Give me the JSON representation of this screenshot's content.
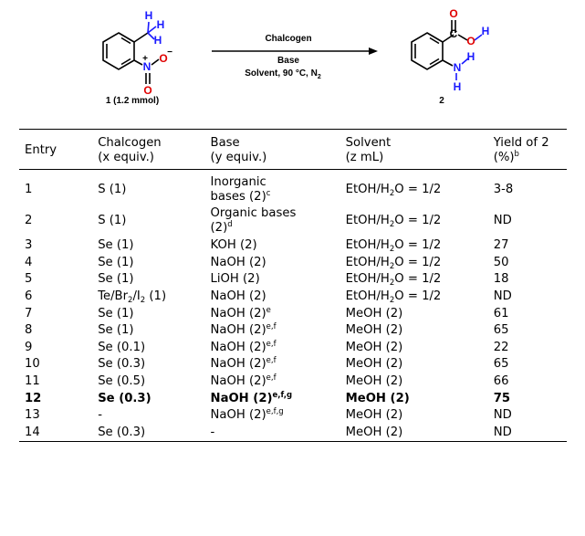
{
  "scheme": {
    "reactant_label": "1 (1.2 mmol)",
    "product_label": "2",
    "conditions": {
      "line1": "Chalcogen",
      "line2": "Base",
      "line3_prefix": "Solvent, 90 °C, N",
      "line3_sub": "2"
    },
    "atoms": {
      "H": "H",
      "N": "N",
      "O": "O",
      "C": "C",
      "charge_plus": "+",
      "charge_minus": "−"
    },
    "colors": {
      "hydrogen": "#1a1aff",
      "nitrogen": "#1a1aff",
      "oxygen": "#e00000"
    }
  },
  "table": {
    "headers": {
      "entry": "Entry",
      "chalcogen": "Chalcogen",
      "chalcogen_sub": "(x equiv.)",
      "base": "Base",
      "base_sub": "(y equiv.)",
      "solvent": "Solvent",
      "solvent_sub": "(z mL)",
      "yield": "Yield of 2",
      "yield_sub": "(%)",
      "yield_sup": "b"
    },
    "rows": [
      {
        "entry": "1",
        "chalcogen": "S (1)",
        "base_line1": "Inorganic",
        "base_line2": "bases (2)",
        "base_sup": "c",
        "solvent": "EtOH/H",
        "solvent_sub": "2",
        "solvent_rest": "O = 1/2",
        "yield": "3-8"
      },
      {
        "entry": "2",
        "chalcogen": "S (1)",
        "base_line1": "Organic bases",
        "base_line2": "(2)",
        "base_sup": "d",
        "solvent": "EtOH/H",
        "solvent_sub": "2",
        "solvent_rest": "O = 1/2",
        "yield": "ND"
      },
      {
        "entry": "3",
        "chalcogen": "Se (1)",
        "base": "KOH (2)",
        "base_sup": "",
        "solvent": "EtOH/H",
        "solvent_sub": "2",
        "solvent_rest": "O = 1/2",
        "yield": "27"
      },
      {
        "entry": "4",
        "chalcogen": "Se (1)",
        "base": "NaOH (2)",
        "base_sup": "",
        "solvent": "EtOH/H",
        "solvent_sub": "2",
        "solvent_rest": "O = 1/2",
        "yield": "50"
      },
      {
        "entry": "5",
        "chalcogen": "Se (1)",
        "base": "LiOH (2)",
        "base_sup": "",
        "solvent": "EtOH/H",
        "solvent_sub": "2",
        "solvent_rest": "O = 1/2",
        "yield": "18"
      },
      {
        "entry": "6",
        "chalcogen_a": "Te/Br",
        "chalcogen_sub1": "2",
        "chalcogen_b": "/I",
        "chalcogen_sub2": "2",
        "chalcogen_c": " (1)",
        "base": "NaOH (2)",
        "base_sup": "",
        "solvent": "EtOH/H",
        "solvent_sub": "2",
        "solvent_rest": "O = 1/2",
        "yield": "ND"
      },
      {
        "entry": "7",
        "chalcogen": "Se (1)",
        "base": "NaOH (2)",
        "base_sup": "e",
        "solvent": "MeOH (2)",
        "yield": "61"
      },
      {
        "entry": "8",
        "chalcogen": "Se (1)",
        "base": "NaOH (2)",
        "base_sup": "e,f",
        "solvent": "MeOH (2)",
        "yield": "65"
      },
      {
        "entry": "9",
        "chalcogen": "Se (0.1)",
        "base": "NaOH (2)",
        "base_sup": "e,f",
        "solvent": "MeOH (2)",
        "yield": "22"
      },
      {
        "entry": "10",
        "chalcogen": "Se (0.3)",
        "base": "NaOH (2)",
        "base_sup": "e,f",
        "solvent": "MeOH (2)",
        "yield": "65"
      },
      {
        "entry": "11",
        "chalcogen": "Se (0.5)",
        "base": "NaOH (2)",
        "base_sup": "e,f",
        "solvent": "MeOH (2)",
        "yield": "66"
      },
      {
        "entry": "12",
        "chalcogen": "Se (0.3)",
        "base": "NaOH (2)",
        "base_sup": "e,f,g",
        "solvent": "MeOH (2)",
        "yield": "75",
        "bold": true
      },
      {
        "entry": "13",
        "chalcogen": "-",
        "base": "NaOH (2)",
        "base_sup": "e,f,g",
        "solvent": "MeOH (2)",
        "yield": "ND"
      },
      {
        "entry": "14",
        "chalcogen": "Se (0.3)",
        "base": "-",
        "base_sup": "",
        "solvent": "MeOH (2)",
        "yield": "ND"
      }
    ]
  }
}
